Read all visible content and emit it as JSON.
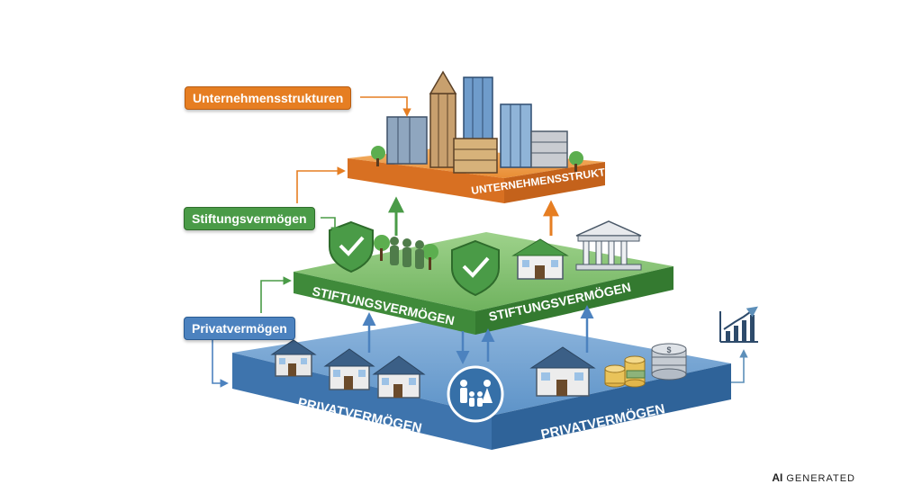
{
  "tags": {
    "top": "Unternehmensstrukturen",
    "middle": "Stiftungsvermögen",
    "bottom": "Privatvermögen"
  },
  "platforms": {
    "top_label": "UNTERNEHMENSSTRUKTUREN",
    "middle_left_label": "STIFTUNGSVERMÖGEN",
    "middle_right_label": "STIFTUNGSVERMÖGEN",
    "bottom_left_label": "PRIVATVERMÖGEN",
    "bottom_right_label": "PRIVATVERMÖGEN"
  },
  "badge": {
    "ai": "AI",
    "generated": "GENERATED"
  },
  "colors": {
    "orange": "#e67e22",
    "green": "#4a9b47",
    "blue": "#4c82bf"
  },
  "icons": [
    "office-buildings-icon",
    "shield-check-icon",
    "family-icon",
    "bank-icon",
    "house-icon",
    "coins-icon",
    "growth-chart-icon"
  ]
}
